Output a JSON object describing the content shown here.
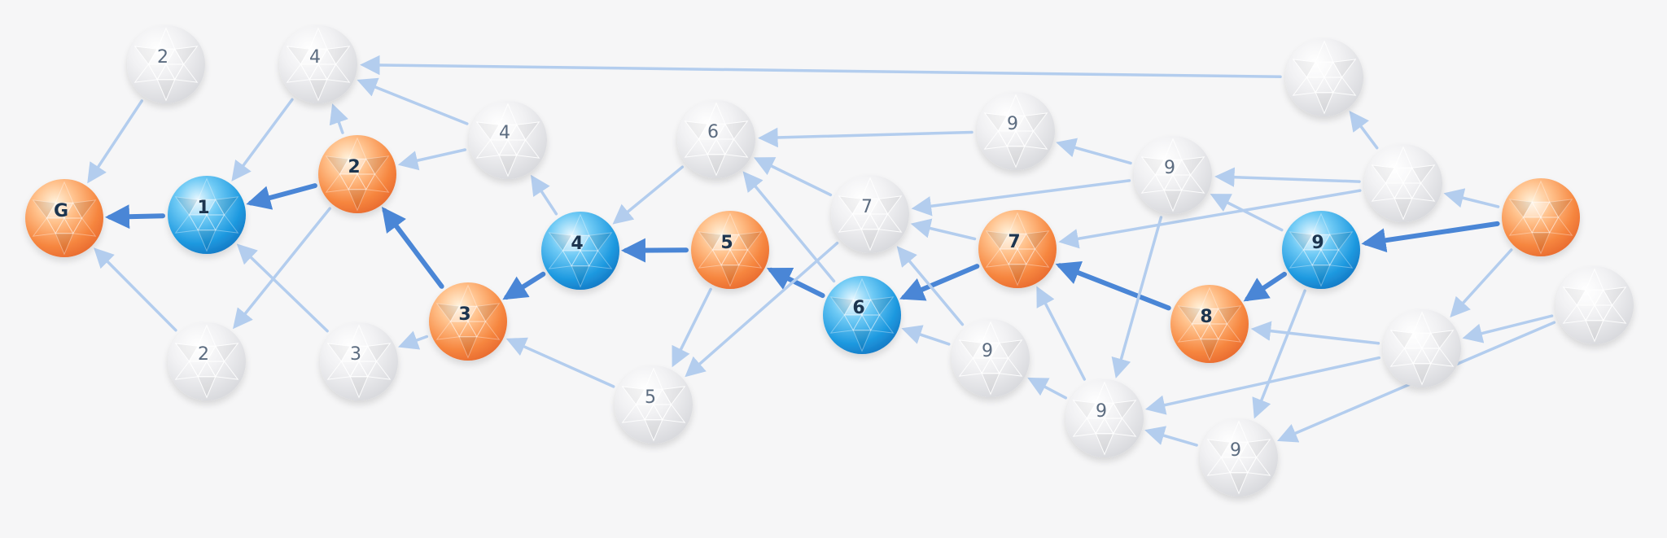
{
  "nodes": [
    {
      "id": "G",
      "label": "G",
      "style": "orange"
    },
    {
      "id": "b1",
      "label": "1",
      "style": "blue"
    },
    {
      "id": "o2",
      "label": "2",
      "style": "orange"
    },
    {
      "id": "o3",
      "label": "3",
      "style": "orange"
    },
    {
      "id": "b4",
      "label": "4",
      "style": "blue"
    },
    {
      "id": "o5",
      "label": "5",
      "style": "orange"
    },
    {
      "id": "b6",
      "label": "6",
      "style": "blue"
    },
    {
      "id": "o7",
      "label": "7",
      "style": "orange"
    },
    {
      "id": "o8",
      "label": "8",
      "style": "orange"
    },
    {
      "id": "b9",
      "label": "9",
      "style": "blue"
    },
    {
      "id": "oS",
      "label": "",
      "style": "orange"
    },
    {
      "id": "g2a",
      "label": "2",
      "style": "gray"
    },
    {
      "id": "g4a",
      "label": "4",
      "style": "gray"
    },
    {
      "id": "g2b",
      "label": "2",
      "style": "gray"
    },
    {
      "id": "g3",
      "label": "3",
      "style": "gray"
    },
    {
      "id": "g4b",
      "label": "4",
      "style": "gray"
    },
    {
      "id": "g6",
      "label": "6",
      "style": "gray"
    },
    {
      "id": "g5",
      "label": "5",
      "style": "gray"
    },
    {
      "id": "g7",
      "label": "7",
      "style": "gray"
    },
    {
      "id": "g9a",
      "label": "9",
      "style": "gray"
    },
    {
      "id": "g9b",
      "label": "9",
      "style": "gray"
    },
    {
      "id": "g9c",
      "label": "9",
      "style": "gray"
    },
    {
      "id": "g9d",
      "label": "9",
      "style": "gray"
    },
    {
      "id": "g9e",
      "label": "9",
      "style": "gray"
    },
    {
      "id": "gTR",
      "label": "",
      "style": "gray"
    },
    {
      "id": "gR1",
      "label": "",
      "style": "gray"
    },
    {
      "id": "gR2",
      "label": "",
      "style": "gray"
    },
    {
      "id": "gR3",
      "label": "",
      "style": "gray"
    }
  ],
  "edges": [
    {
      "from": "b1",
      "to": "G",
      "path": true
    },
    {
      "from": "o2",
      "to": "b1",
      "path": true
    },
    {
      "from": "o3",
      "to": "o2",
      "path": true
    },
    {
      "from": "b4",
      "to": "o3",
      "path": true
    },
    {
      "from": "o5",
      "to": "b4",
      "path": true
    },
    {
      "from": "b6",
      "to": "o5",
      "path": true
    },
    {
      "from": "o7",
      "to": "b6",
      "path": true
    },
    {
      "from": "o8",
      "to": "o7",
      "path": true
    },
    {
      "from": "b9",
      "to": "o8",
      "path": true
    },
    {
      "from": "oS",
      "to": "b9",
      "path": true
    },
    {
      "from": "g2a",
      "to": "G",
      "path": false
    },
    {
      "from": "g2b",
      "to": "G",
      "path": false
    },
    {
      "from": "g4a",
      "to": "b1",
      "path": false
    },
    {
      "from": "g3",
      "to": "b1",
      "path": false
    },
    {
      "from": "o2",
      "to": "g4a",
      "path": false
    },
    {
      "from": "o2",
      "to": "g2b",
      "path": false
    },
    {
      "from": "g4b",
      "to": "o2",
      "path": false
    },
    {
      "from": "g4b",
      "to": "g4a",
      "path": false
    },
    {
      "from": "o3",
      "to": "g3",
      "path": false
    },
    {
      "from": "b4",
      "to": "g4b",
      "path": false
    },
    {
      "from": "g6",
      "to": "b4",
      "path": false
    },
    {
      "from": "g5",
      "to": "o3",
      "path": false
    },
    {
      "from": "o5",
      "to": "g5",
      "path": false
    },
    {
      "from": "g7",
      "to": "g5",
      "path": false
    },
    {
      "from": "g7",
      "to": "g6",
      "path": false
    },
    {
      "from": "b6",
      "to": "g6",
      "path": false
    },
    {
      "from": "g9a",
      "to": "g6",
      "path": false
    },
    {
      "from": "g9b",
      "to": "g9a",
      "path": false
    },
    {
      "from": "g9b",
      "to": "g7",
      "path": false
    },
    {
      "from": "g9b",
      "to": "g9d",
      "path": false
    },
    {
      "from": "o7",
      "to": "g7",
      "path": false
    },
    {
      "from": "g9c",
      "to": "g7",
      "path": false
    },
    {
      "from": "g9c",
      "to": "b6",
      "path": false
    },
    {
      "from": "g9d",
      "to": "g9c",
      "path": false
    },
    {
      "from": "g9d",
      "to": "o7",
      "path": false
    },
    {
      "from": "g9e",
      "to": "g9d",
      "path": false
    },
    {
      "from": "gTR",
      "to": "g4a",
      "path": false
    },
    {
      "from": "gR1",
      "to": "gTR",
      "path": false
    },
    {
      "from": "gR1",
      "to": "g9b",
      "path": false
    },
    {
      "from": "gR1",
      "to": "o7",
      "path": false
    },
    {
      "from": "oS",
      "to": "gR1",
      "path": false
    },
    {
      "from": "oS",
      "to": "gR2",
      "path": false
    },
    {
      "from": "b9",
      "to": "g9b",
      "path": false
    },
    {
      "from": "b9",
      "to": "g9e",
      "path": false
    },
    {
      "from": "gR2",
      "to": "o8",
      "path": false
    },
    {
      "from": "gR2",
      "to": "g9d",
      "path": false
    },
    {
      "from": "gR3",
      "to": "gR2",
      "path": false
    },
    {
      "from": "gR3",
      "to": "g9e",
      "path": false
    }
  ],
  "colors": {
    "background": "#f6f6f7",
    "path_arrow": "#4a86d6",
    "other_arrow": "#b3cdee",
    "orange_node": "#f7924a",
    "blue_node": "#1f9ae0",
    "gray_node": "#e9e9eb",
    "path_label": "#1f3550",
    "gray_label": "#5c6c80"
  }
}
